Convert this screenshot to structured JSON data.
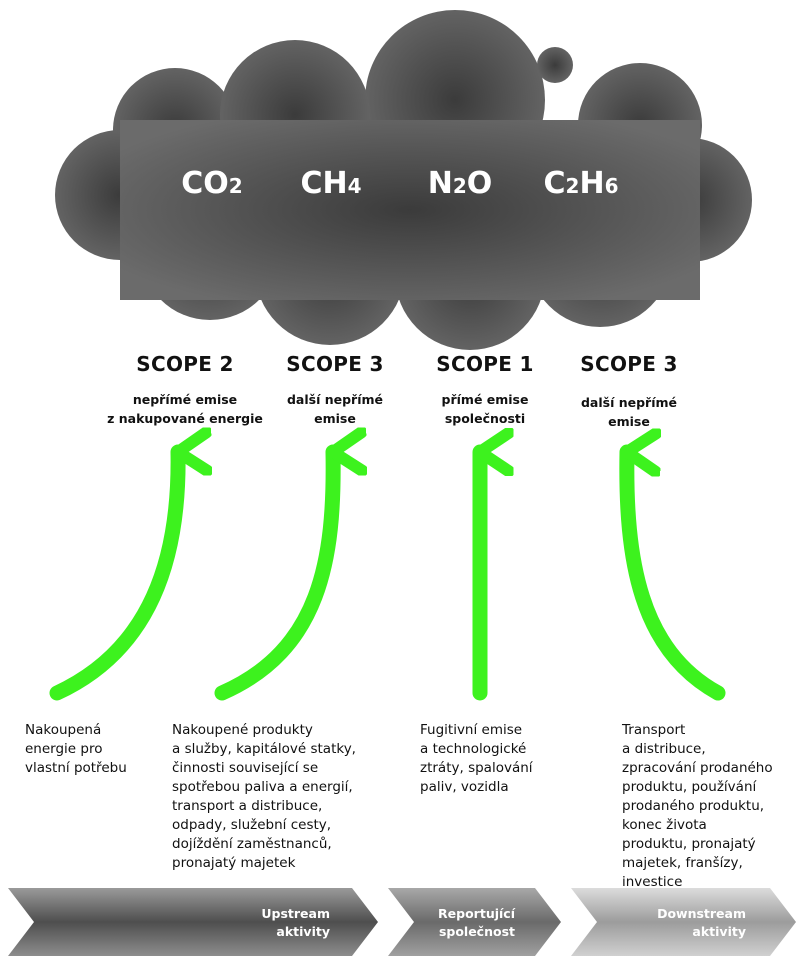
{
  "gases": [
    {
      "base": "CO",
      "sub": "2"
    },
    {
      "base": "CH",
      "sub": "4"
    },
    {
      "base": "N",
      "sub": "2",
      "tail": "O"
    },
    {
      "base": "C",
      "sub": "2",
      "mid": "H",
      "sub2": "6"
    }
  ],
  "scopes": [
    {
      "title": "SCOPE 2",
      "subtitle": [
        "nepřímé emise",
        "z nakupované energie"
      ],
      "description": [
        "Nakoupená",
        "energie pro",
        "vlastní potřebu"
      ]
    },
    {
      "title": "SCOPE 3",
      "subtitle": [
        "další nepřímé",
        "emise"
      ],
      "description": [
        "Nakoupené produkty",
        "a služby, kapitálové statky,",
        "činnosti související se",
        "spotřebou paliva a energií,",
        "transport a distribuce,",
        "odpady, služební cesty,",
        "dojíždění zaměstnanců,",
        "pronajatý majetek"
      ]
    },
    {
      "title": "SCOPE 1",
      "subtitle": [
        "přímé emise",
        "společnosti"
      ],
      "description": [
        "Fugitivní emise",
        "a technologické",
        "ztráty, spalování",
        "paliv, vozidla"
      ]
    },
    {
      "title": "SCOPE 3",
      "subtitle": [
        "další nepřímé",
        "emise"
      ],
      "description": [
        "Transport",
        "a distribuce,",
        "zpracování prodaného",
        "produktu, používání",
        "prodaného produktu,",
        "konec života",
        "produktu, pronajatý",
        "majetek, franšízy,",
        "investice"
      ]
    }
  ],
  "bands": [
    {
      "label": [
        "Upstream",
        "aktivity"
      ]
    },
    {
      "label": [
        "Reportující",
        "společnost"
      ]
    },
    {
      "label": [
        "Downstream",
        "aktivity"
      ]
    }
  ],
  "colors": {
    "cloud": "#4a4a4a",
    "arrow": "#3df21e",
    "band_dark": "#5a5a5a",
    "band_light": "#b5b5b5"
  }
}
